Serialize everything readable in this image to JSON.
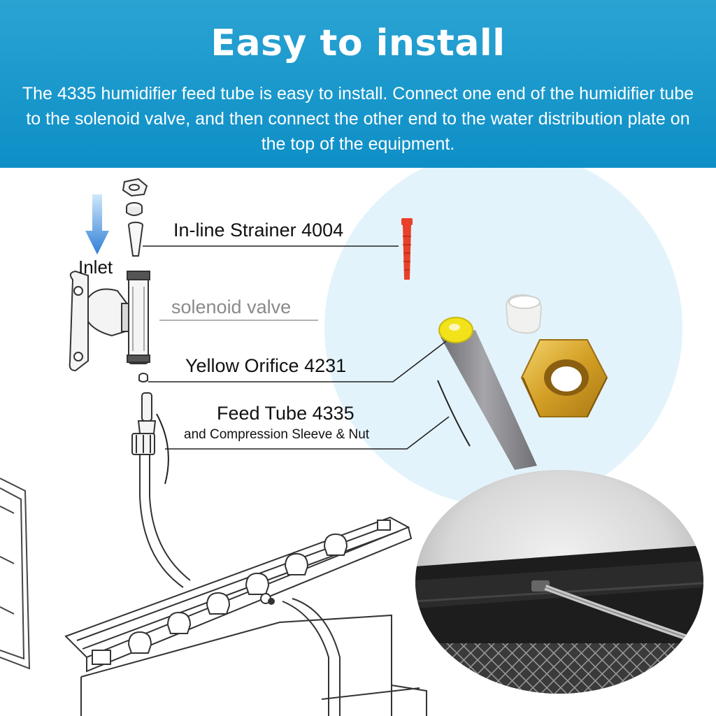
{
  "header": {
    "title": "Easy to install",
    "description": "The 4335 humidifier feed tube is easy to install. Connect one end of the humidifier tube to the solenoid valve, and then connect the other end to the water distribution plate on the top of the equipment."
  },
  "labels": {
    "inlet": "Inlet",
    "strainer": "In-line Strainer 4004",
    "valve": "solenoid valve",
    "orifice": "Yellow Orifice 4231",
    "tube": "Feed Tube 4335",
    "sleeve": "and Compression Sleeve & Nut"
  },
  "colors": {
    "header_bg": "#1a9bd0",
    "strainer": "#e8402a",
    "orifice": "#f2e21a",
    "tube": "#8e8e92",
    "nut": "#d9a82c",
    "circle_bg": "#e3f3fb"
  },
  "icons": {
    "inlet_arrow": "down-arrow-icon"
  }
}
